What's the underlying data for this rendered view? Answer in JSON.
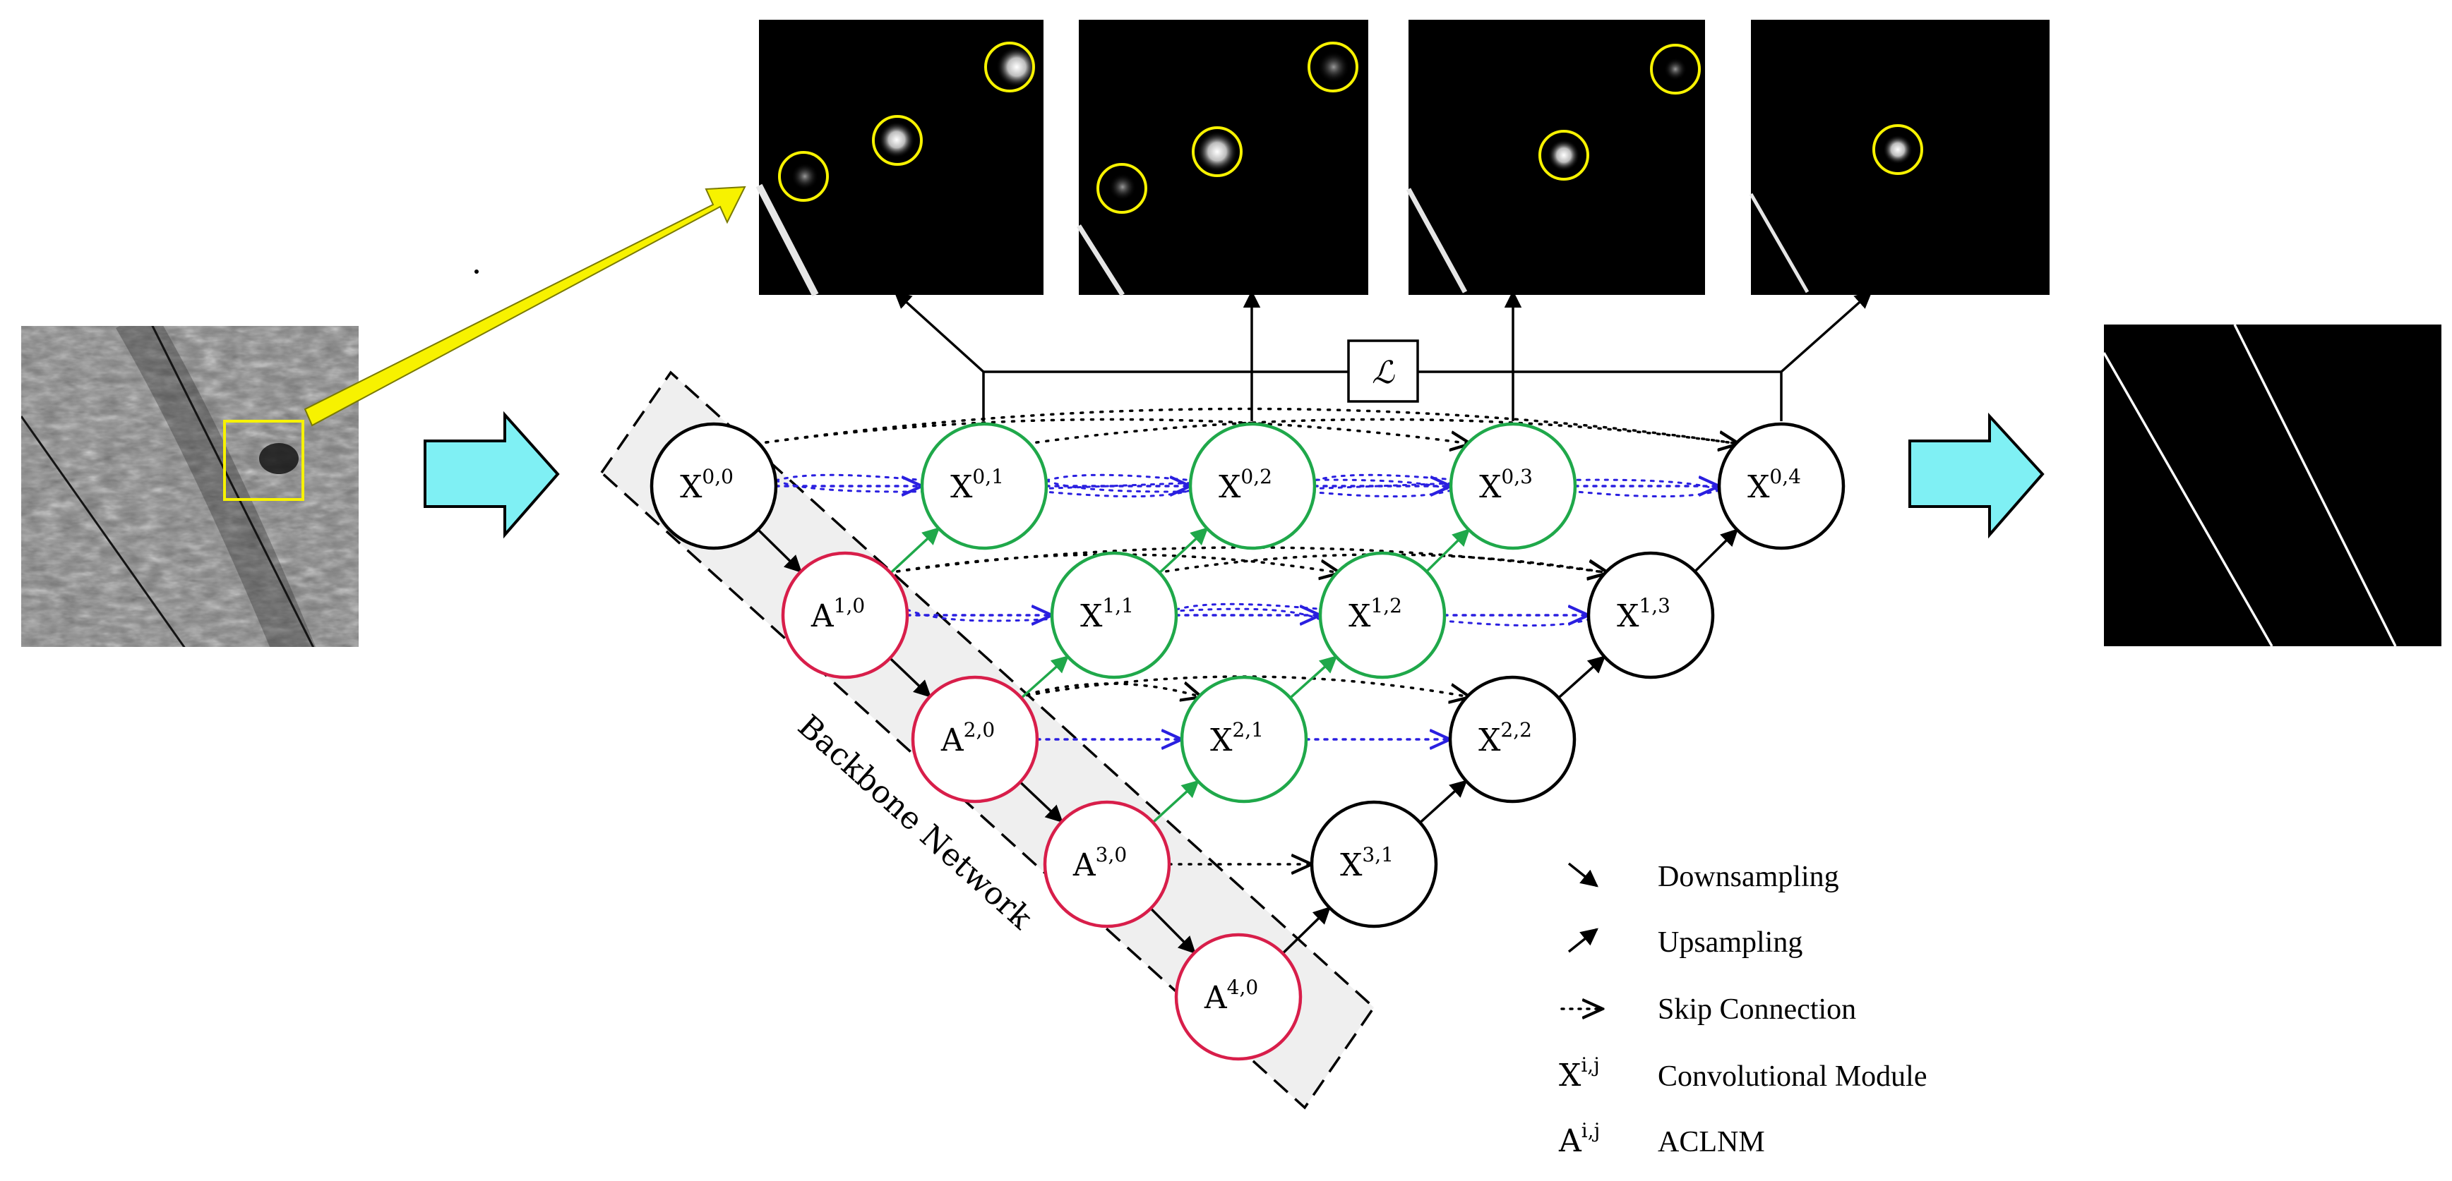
{
  "diagram": {
    "backbone_label": "Backbone Network",
    "loss_symbol": "ℒ",
    "nodes": [
      {
        "id": "x00",
        "base": "X",
        "sup": "0,0",
        "kind": "conv"
      },
      {
        "id": "x01",
        "base": "X",
        "sup": "0,1",
        "kind": "nested"
      },
      {
        "id": "x02",
        "base": "X",
        "sup": "0,2",
        "kind": "nested"
      },
      {
        "id": "x03",
        "base": "X",
        "sup": "0,3",
        "kind": "nested"
      },
      {
        "id": "x04",
        "base": "X",
        "sup": "0,4",
        "kind": "conv"
      },
      {
        "id": "a10",
        "base": "A",
        "sup": "1,0",
        "kind": "aclnm"
      },
      {
        "id": "x11",
        "base": "X",
        "sup": "1,1",
        "kind": "nested"
      },
      {
        "id": "x12",
        "base": "X",
        "sup": "1,2",
        "kind": "nested"
      },
      {
        "id": "x13",
        "base": "X",
        "sup": "1,3",
        "kind": "conv"
      },
      {
        "id": "a20",
        "base": "A",
        "sup": "2,0",
        "kind": "aclnm"
      },
      {
        "id": "x21",
        "base": "X",
        "sup": "2,1",
        "kind": "nested"
      },
      {
        "id": "x22",
        "base": "X",
        "sup": "2,2",
        "kind": "conv"
      },
      {
        "id": "a30",
        "base": "A",
        "sup": "3,0",
        "kind": "aclnm"
      },
      {
        "id": "x31",
        "base": "X",
        "sup": "3,1",
        "kind": "conv"
      },
      {
        "id": "a40",
        "base": "A",
        "sup": "4,0",
        "kind": "aclnm"
      }
    ]
  },
  "legend": {
    "items": [
      {
        "symbol": "downsampling-arrow",
        "label": "Downsampling"
      },
      {
        "symbol": "upsampling-arrow",
        "label": "Upsampling"
      },
      {
        "symbol": "skip-arrow",
        "label": "Skip Connection"
      },
      {
        "symbol": "X",
        "sup": "i,j",
        "label": "Convolutional Module"
      },
      {
        "symbol": "A",
        "sup": "i,j",
        "label": "ACLNM"
      }
    ]
  },
  "colors": {
    "conv_stroke": "#000000",
    "nested_stroke": "#1fa84a",
    "aclnm_stroke": "#d81e4a",
    "skip_blue": "#2a1fe0",
    "arrow_fill": "#7ff0f4",
    "highlight_yellow": "#f7f200",
    "backbone_fill": "#efefef"
  }
}
